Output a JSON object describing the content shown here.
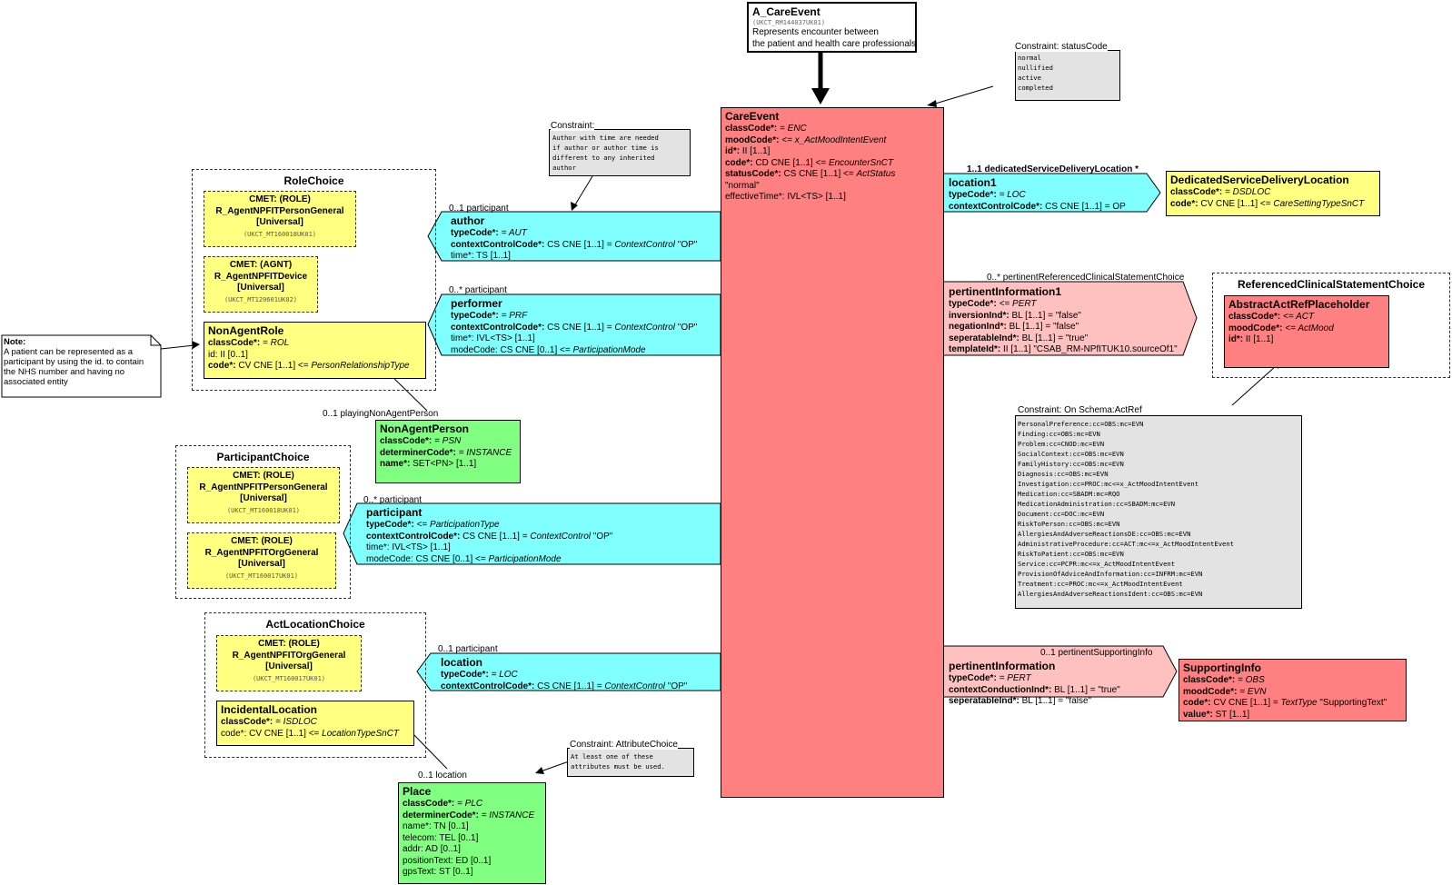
{
  "entry": {
    "name": "A_CareEvent",
    "id": "(UKCT_RM144037UK01)",
    "desc1": "Represents encounter between",
    "desc2": "the patient and health care professionals"
  },
  "careEvent": {
    "title": "CareEvent",
    "a1n": "classCode*:",
    "a1v": "= ENC",
    "a2n": "moodCode*:",
    "a2v": "<= x_ActMoodIntentEvent",
    "a3n": "id*:",
    "a3v": "II [1..1]",
    "a4n": "code*:",
    "a4v": "CD CNE [1..1] <= ",
    "a4i": "EncounterSnCT",
    "a5n": "statusCode*:",
    "a5v": "CS CNE [1..1] <= ",
    "a5i": "ActStatus",
    "a6": "\"normal\"",
    "a7": "effectiveTime*: IVL<TS> [1..1]"
  },
  "statusConstraint": {
    "title": "Constraint: statusCode",
    "v1": "normal",
    "v2": "nullified",
    "v3": "active",
    "v4": "completed"
  },
  "authorConstraint": {
    "title": "Constraint:",
    "l1": "Author with time are needed",
    "l2": "if author or author time is",
    "l3": "different to any inherited",
    "l4": "author"
  },
  "author": {
    "mult": "0..1 participant",
    "title": "author",
    "a1n": "typeCode*:",
    "a1v": "= AUT",
    "a2n": "contextControlCode*:",
    "a2v": "CS CNE [1..1] = ",
    "a2i": "ContextControl",
    "a2s": " \"OP\"",
    "a3": "time*: TS [1..1]"
  },
  "performer": {
    "mult": "0..* participant",
    "title": "performer",
    "a1n": "typeCode*:",
    "a1v": "= PRF",
    "a2n": "contextControlCode*:",
    "a2v": "CS CNE [1..1] = ",
    "a2i": "ContextControl",
    "a2s": " \"OP\"",
    "a3": "time*: IVL<TS> [1..1]",
    "a4": "modeCode: CS CNE [0..1] <= ",
    "a4i": "ParticipationMode"
  },
  "participant": {
    "mult": "0..* participant",
    "title": "participant",
    "a1n": "typeCode*:",
    "a1v": "<= ",
    "a1i": "ParticipationType",
    "a2n": "contextControlCode*:",
    "a2v": "CS CNE [1..1] = ",
    "a2i": "ContextControl",
    "a2s": " \"OP\"",
    "a3": "time*: IVL<TS> [1..1]",
    "a4": "modeCode: CS CNE [0..1] <= ",
    "a4i": "ParticipationMode"
  },
  "location": {
    "mult": "0..1 participant",
    "title": "location",
    "a1n": "typeCode*:",
    "a1v": "= LOC",
    "a2n": "contextControlCode*:",
    "a2v": "CS CNE [1..1] = ",
    "a2i": "ContextControl",
    "a2s": " \"OP\""
  },
  "roleChoice": {
    "title": "RoleChoice",
    "c1a": "CMET: (ROLE)",
    "c1b": "R_AgentNPFITPersonGeneral",
    "c1c": "[Universal]",
    "c1d": "(UKCT_MT160018UK01)",
    "c2a": "CMET: (AGNT)",
    "c2b": "R_AgentNPFITDevice",
    "c2c": "[Universal]",
    "c2d": "(UKCT_MT120601UK02)"
  },
  "nonAgentRole": {
    "title": "NonAgentRole",
    "a1n": "classCode*:",
    "a1v": "= ROL",
    "a2": "id: II [0..1]",
    "a3n": "code*:",
    "a3v": "CV CNE [1..1] <= ",
    "a3i": "PersonRelationshipType"
  },
  "note": {
    "title": "Note:",
    "l1": "A patient can be represented as  a",
    "l2": "participant by using the id. to contain",
    "l3": "the NHS number and having no",
    "l4": "associated entity"
  },
  "nonAgentPerson": {
    "mult": "0..1 playingNonAgentPerson",
    "title": "NonAgentPerson",
    "a1n": "classCode*:",
    "a1v": "= PSN",
    "a2n": "determinerCode*:",
    "a2v": "= INSTANCE",
    "a3n": "name*:",
    "a3v": "SET<PN> [1..1]"
  },
  "participantChoice": {
    "title": "ParticipantChoice",
    "c1a": "CMET: (ROLE)",
    "c1b": "R_AgentNPFITPersonGeneral",
    "c1c": "[Universal]",
    "c1d": "(UKCT_MT160018UK01)",
    "c2a": "CMET: (ROLE)",
    "c2b": "R_AgentNPFITOrgGeneral",
    "c2c": "[Universal]",
    "c2d": "(UKCT_MT160017UK01)"
  },
  "actLocationChoice": {
    "title": "ActLocationChoice",
    "c1a": "CMET: (ROLE)",
    "c1b": "R_AgentNPFITOrgGeneral",
    "c1c": "[Universal]",
    "c1d": "(UKCT_MT160017UK01)"
  },
  "incidentalLocation": {
    "title": "IncidentalLocation",
    "a1n": "classCode*:",
    "a1v": "= ISDLOC",
    "a2": "code*: CV CNE [1..1] <= ",
    "a2i": "LocationTypeSnCT"
  },
  "attrConstraint": {
    "title": "Constraint: AttributeChoice",
    "l1": "At least one of these",
    "l2": "attributes must be used."
  },
  "place": {
    "mult": "0..1 location",
    "title": "Place",
    "a1n": "classCode*:",
    "a1v": "= PLC",
    "a2n": "determinerCode*:",
    "a2v": "= INSTANCE",
    "a3": "name*: TN [0..1]",
    "a4": "telecom: TEL [0..1]",
    "a5": "addr: AD [0..1]",
    "a6": "positionText: ED [0..1]",
    "a7": "gpsText: ST [0..1]"
  },
  "location1": {
    "mult": "1..1 dedicatedServiceDeliveryLocation  *",
    "title": "location1",
    "a1n": "typeCode*:",
    "a1v": "= LOC",
    "a2n": "contextControlCode*:",
    "a2v": "CS CNE [1..1] = OP"
  },
  "dsdl": {
    "title": "DedicatedServiceDeliveryLocation",
    "a1n": "classCode*:",
    "a1v": "= DSDLOC",
    "a2n": "code*:",
    "a2v": "CV CNE [1..1] <= ",
    "a2i": "CareSettingTypeSnCT"
  },
  "pertinentInformation1": {
    "mult": "0..* pertinentReferencedClinicalStatementChoice",
    "title": "pertinentInformation1",
    "a1n": "typeCode*:",
    "a1v": "<= PERT",
    "a2n": "inversionInd*:",
    "a2v": "BL [1..1] = \"false\"",
    "a3n": "negationInd*:",
    "a3v": "BL [1..1] = \"false\"",
    "a4n": "seperatableInd*:",
    "a4v": "BL [1..1] = \"true\"",
    "a5n": "templateId*:",
    "a5v": "II [1..1] \"CSAB_RM-NPfITUK10.sourceOf1\""
  },
  "refChoice": {
    "title": "ReferencedClinicalStatementChoice"
  },
  "abstractAct": {
    "title": "AbstractActRefPlaceholder",
    "a1n": "classCode*:",
    "a1v": "<= ACT",
    "a2n": "moodCode*:",
    "a2v": "<= ActMood",
    "a3n": "id*:",
    "a3v": "II [1..1]"
  },
  "schemaConstraint": {
    "title": "Constraint: On Schema:ActRef",
    "lines": [
      "PersonalPreference:cc=OBS:mc=EVN",
      "Finding:cc=OBS:mc=EVN",
      "Problem:cc=CNOD:mc=EVN",
      "SocialContext:cc=OBS:mc=EVN",
      "FamilyHistory:cc=OBS:mc=EVN",
      "Diagnosis:cc=OBS:mc=EVN",
      "Investigation:cc=PROC:mc<=x_ActMoodIntentEvent",
      "Medication:cc=SBADM:mc=RQO",
      "MedicationAdministration:cc=SBADM:mc=EVN",
      "Document:cc=DOC:mc=EVN",
      "RiskToPerson:cc=OBS:mc=EVN",
      "AllergiesAndAdverseReactionsDE:cc=OBS:mc=EVN",
      "AdministrativeProcedure:cc=ACT:mc<=x_ActMoodIntentEvent",
      "RiskToPatient:cc=OBS:mc=EVN",
      "Service:cc=PCPR:mc<=x_ActMoodIntentEvent",
      "ProvisionOfAdviceAndInformation:cc=INFRM:mc=EVN",
      "Treatment:cc=PROC:mc<=x_ActMoodIntentEvent",
      "AllergiesAndAdverseReactionsIdent:cc=OBS:mc=EVN"
    ]
  },
  "pertinentInformation": {
    "mult": "0..1 pertinentSupportingInfo",
    "title": "pertinentInformation",
    "a1n": "typeCode*:",
    "a1v": "= PERT",
    "a2n": "contextConductionInd*:",
    "a2v": "BL [1..1] = \"true\"",
    "a3n": "seperatableInd*:",
    "a3v": "BL [1..1] = \"false\""
  },
  "supportingInfo": {
    "title": "SupportingInfo",
    "a1n": "classCode*:",
    "a1v": "= OBS",
    "a2n": "moodCode*:",
    "a2v": "= EVN",
    "a3n": "code*:",
    "a3v": "CV CNE [1..1] = ",
    "a3i": "TextType",
    "a3s": " \"SupportingText\"",
    "a4n": "value*:",
    "a4v": "ST [1..1]"
  }
}
